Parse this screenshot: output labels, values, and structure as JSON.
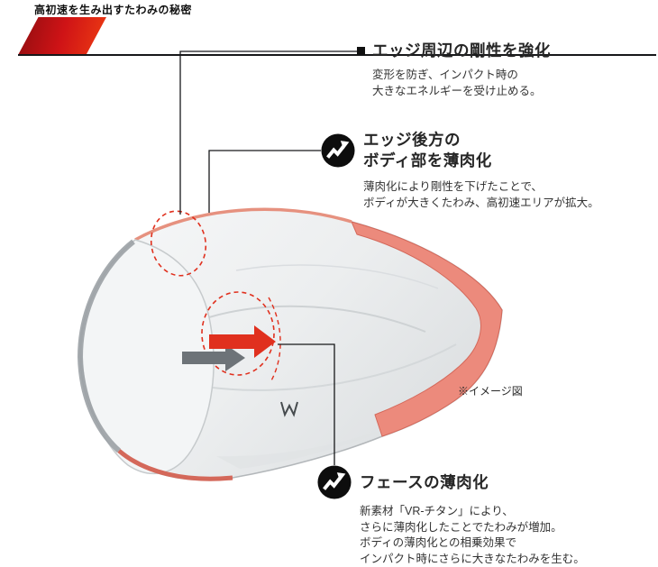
{
  "header": {
    "title": "高初速を生み出すたわみの秘密"
  },
  "figure": {
    "image_note": "※イメージ図"
  },
  "annotations": {
    "edge_rigidity": {
      "title": "エッジ周辺の剛性を強化",
      "desc": [
        "変形を防ぎ、インパクト時の",
        "大きなエネルギーを受け止める。"
      ]
    },
    "body_thinning": {
      "title": [
        "エッジ後方の",
        "ボディ部を薄肉化"
      ],
      "desc": [
        "薄肉化により剛性を下げたことで、",
        "ボディが大きくたわみ、高初速エリアが拡大。"
      ]
    },
    "face_thinning": {
      "title": "フェースの薄肉化",
      "desc": [
        "新素材「VR-チタン」により、",
        "さらに薄肉化したことでたわみが増加。",
        "ボディの薄肉化との相乗効果で",
        "インパクト時にさらに大きなたわみを生む。"
      ]
    }
  },
  "icons": {
    "deflection_icon": "zigzag-arrow-up-right-in-circle",
    "bullet": "black-square"
  },
  "colors": {
    "accent_red": "#e0301e",
    "club_body_red": "#ec8a7c",
    "arrow_gray": "#6d7378",
    "ribbon_red_dark": "#8f0d10",
    "ribbon_red_bright": "#ee3d12",
    "text_dark": "#17181a"
  }
}
